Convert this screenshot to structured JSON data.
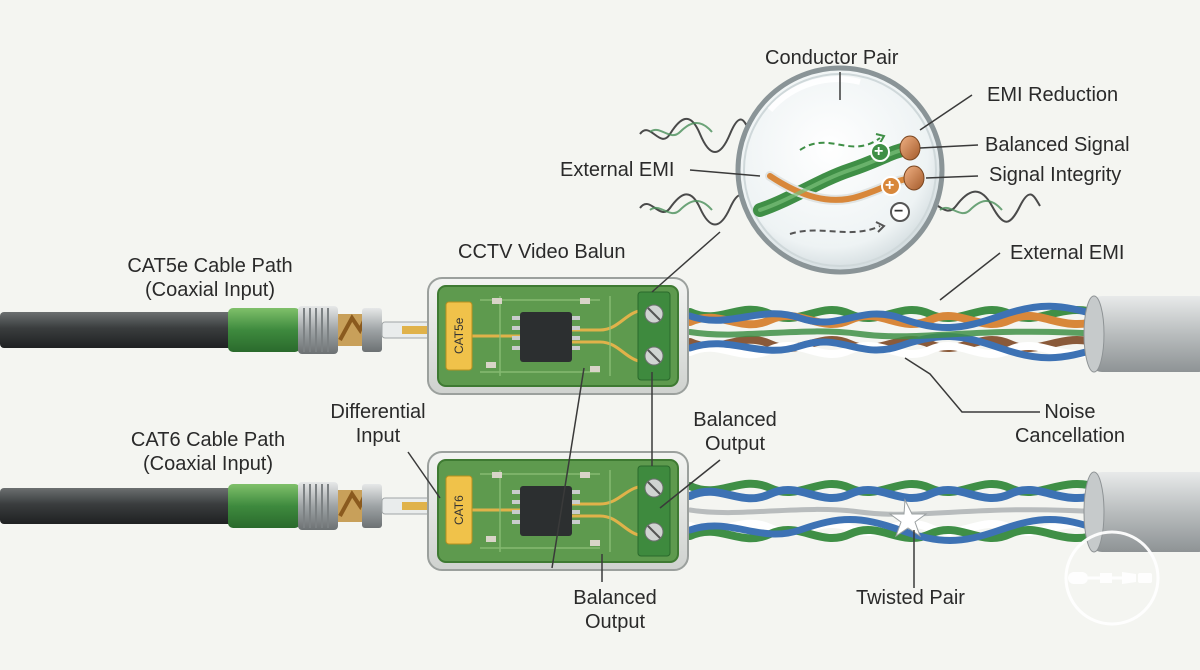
{
  "labels": {
    "conductor_pair": "Conductor Pair",
    "emi_reduction": "EMI Reduction",
    "balanced_signal": "Balanced Signal",
    "signal_integrity": "Signal Integrity",
    "external_emi_left": "External EMI",
    "external_emi_right": "External EMI",
    "cctv_video_balun": "CCTV Video Balun",
    "cat5e_path_line1": "CAT5e Cable Path",
    "cat5e_path_line2": "(Coaxial Input)",
    "cat6_path_line1": "CAT6 Cable Path",
    "cat6_path_line2": "(Coaxial Input)",
    "differential_input_line1": "Differential",
    "differential_input_line2": "Input",
    "balanced_output_mid_line1": "Balanced",
    "balanced_output_mid_line2": "Output",
    "balanced_output_bottom_line1": "Balanced",
    "balanced_output_bottom_line2": "Output",
    "noise_cancellation_line1": "Noise",
    "noise_cancellation_line2": "Cancellation",
    "twisted_pair": "Twisted Pair"
  },
  "balun_tags": {
    "top": "CAT5e",
    "bottom": "CAT6"
  },
  "polarity": {
    "plus": "+",
    "minus": "−"
  },
  "colors": {
    "pcb_green": "#5e9a4e",
    "connector_green": "#3e8a3e",
    "cable_dark": "#3a3d3e",
    "wire_green": "#3f8f46",
    "wire_orange": "#d8873a",
    "wire_blue": "#3d72b4",
    "wire_brown": "#8a5a3a",
    "tag_yellow": "#f0c24a"
  }
}
